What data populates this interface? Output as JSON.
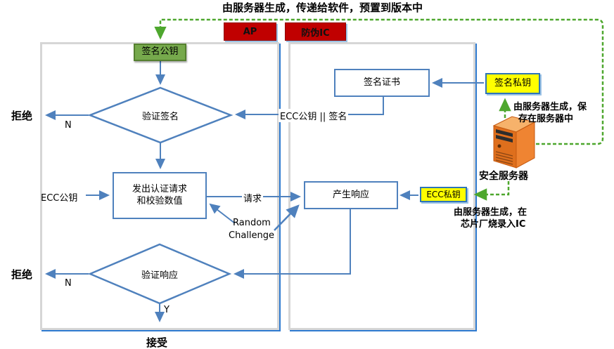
{
  "colors": {
    "flow_blue": "#4f81bd",
    "dash_green": "#4ea72e",
    "tab_red": "#c00000",
    "key_yellow": "#ffff00",
    "pubkey_green": "#76a94c",
    "panel_shadow_blue": "#2f7bd0",
    "server_orange": "#ed7d31"
  },
  "top_annotation": "由服务器生成，传递给软件，预置到版本中",
  "panels": {
    "ap": {
      "tab": "AP"
    },
    "ic": {
      "tab": "防伪IC"
    }
  },
  "nodes": {
    "sign_pubkey": "签名公钥",
    "verify_sign": "验证签名",
    "request_box_line1": "发出认证请求",
    "request_box_line2": "和校验数值",
    "verify_resp": "验证响应",
    "gen_resp": "产生响应",
    "sign_cert": "签名证书",
    "sign_privkey": "签名私钥",
    "ecc_privkey": "ECC私钥"
  },
  "labels": {
    "reject": "拒绝",
    "accept": "接受",
    "n": "N",
    "y": "Y",
    "ecc_pubkey": "ECC公钥",
    "request": "请求",
    "random_line1": "Random",
    "random_line2": "Challenge",
    "ecc_pub_sign": "ECC公钥 || 签名",
    "server": "安全服务器"
  },
  "annotations": {
    "server_save_line1": "由服务器生成，保",
    "server_save_line2": "存在服务器中",
    "chip_line1": "由服务器生成，在",
    "chip_line2": "芯片厂烧录入IC"
  }
}
